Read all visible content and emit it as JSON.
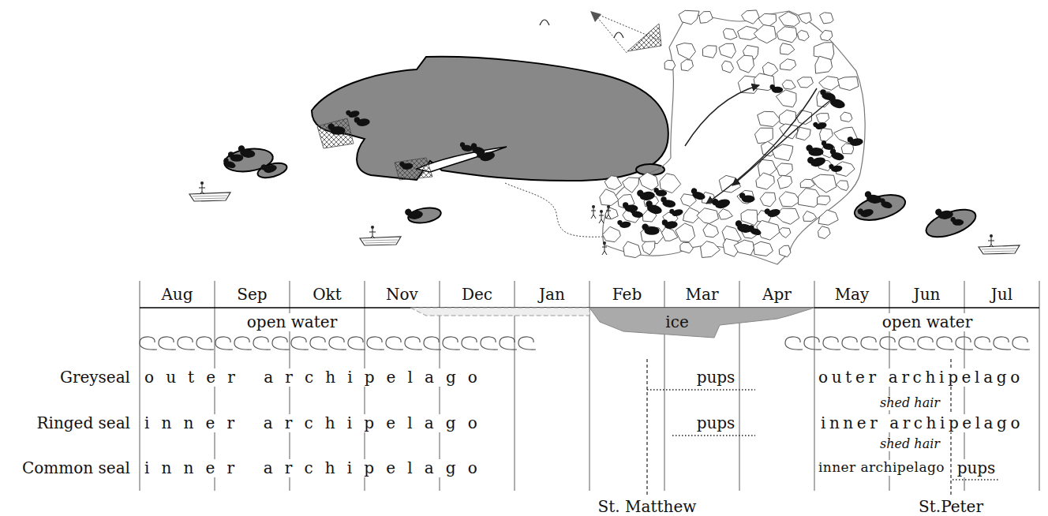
{
  "diagram": {
    "labels": [
      "Aug",
      "Sep",
      "Okt",
      "Nov",
      "Dec",
      "Jan",
      "Feb",
      "Mar",
      "Apr",
      "May",
      "Jun",
      "Jul",
      "open water",
      "ice",
      "open water",
      "Greyseal",
      "outer archipelago",
      "pups",
      "outer archipelago",
      "shed hair",
      "Ringed seal",
      "inner archipelago",
      "pups",
      "inner archipelago",
      "shed hair",
      "Common seal",
      "inner archipelago",
      "inner archipelago",
      "pups",
      "St. Matthew",
      "St.Peter"
    ]
  }
}
